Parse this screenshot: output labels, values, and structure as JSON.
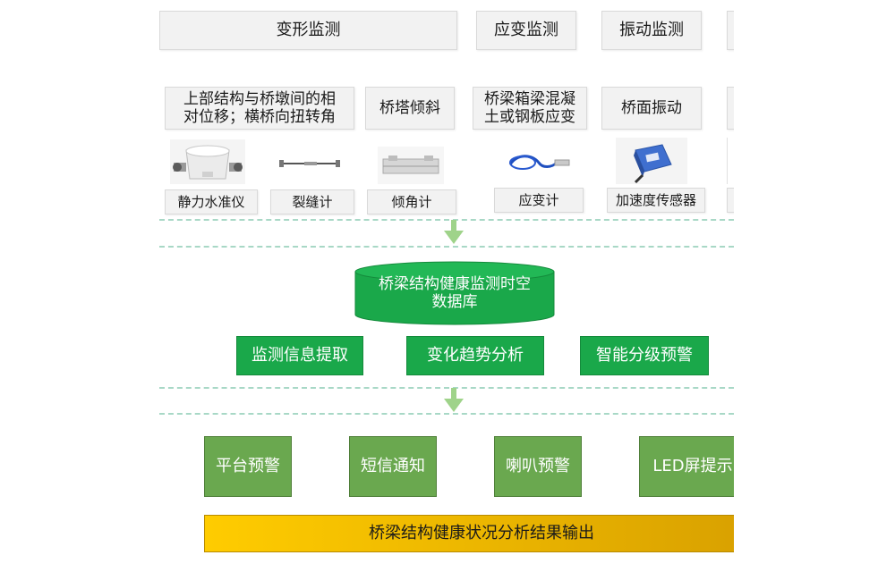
{
  "monitoring_categories": [
    "变形监测",
    "应变监测",
    "振动监测"
  ],
  "monitoring_items": [
    "上部结构与桥墩间的相\n对位移；横桥向扭转角",
    "桥塔倾斜",
    "桥梁箱梁混凝\n土或钢板应变",
    "桥面振动"
  ],
  "sensors": [
    "静力水准仪",
    "裂缝计",
    "倾角计",
    "应变计",
    "加速度传感器"
  ],
  "database": "桥梁结构健康监测时空\n数据库",
  "analysis": [
    "监测信息提取",
    "变化趋势分析",
    "智能分级预警"
  ],
  "alerts": [
    "平台预警",
    "短信通知",
    "喇叭预警",
    "LED屏提示"
  ],
  "output": "桥梁结构健康状况分析结果输出",
  "colors": {
    "green_box": "#1aa84a",
    "alert_box": "#6aa84f",
    "output_gradient": [
      "#ffcc00",
      "#d8a000"
    ],
    "arrow": "#9fd38a",
    "dashed_line": "#a8d8c6",
    "grey_box": "#f2f2f2"
  },
  "icons": [
    "static-level-icon",
    "crack-meter-icon",
    "inclinometer-icon",
    "strain-gauge-icon",
    "accelerometer-icon"
  ]
}
